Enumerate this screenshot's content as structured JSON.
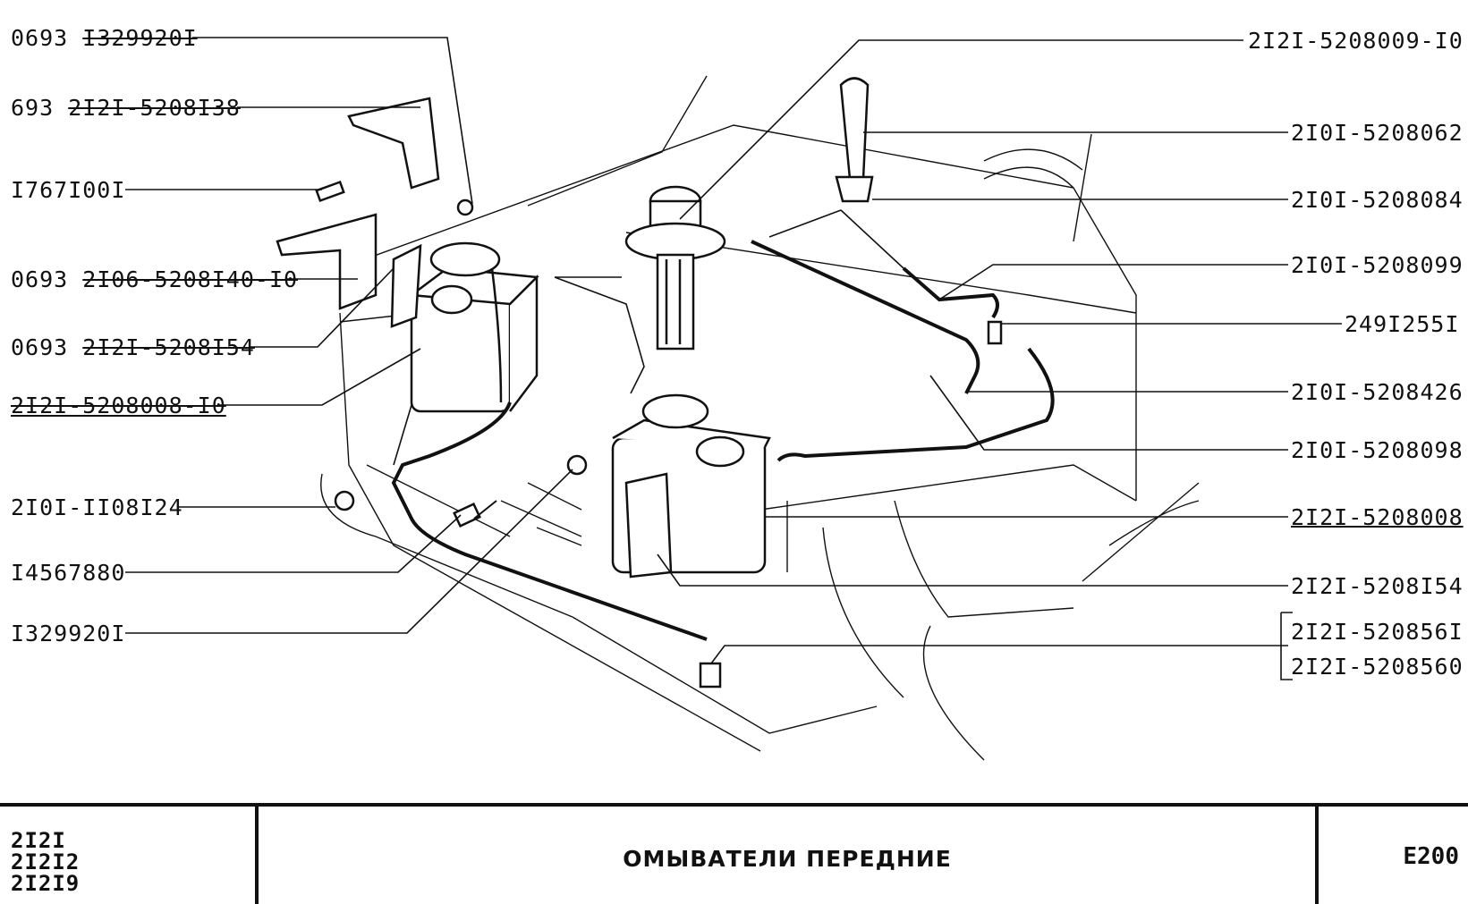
{
  "callouts_left": [
    {
      "prefix": "0693",
      "number": "I329920I",
      "style": "strike"
    },
    {
      "prefix": "693",
      "number": "2I2I-5208I38",
      "style": "strike"
    },
    {
      "prefix": "",
      "number": "I767I00I",
      "style": ""
    },
    {
      "prefix": "0693",
      "number": "2I06-5208I40-I0",
      "style": "strike"
    },
    {
      "prefix": "0693",
      "number": "2I2I-5208I54",
      "style": "strike"
    },
    {
      "prefix": "",
      "number": "2I2I-5208008-I0",
      "style": "strike under"
    },
    {
      "prefix": "",
      "number": "2I0I-II08I24",
      "style": ""
    },
    {
      "prefix": "",
      "number": "I4567880",
      "style": ""
    },
    {
      "prefix": "",
      "number": "I329920I",
      "style": ""
    }
  ],
  "callouts_right": [
    {
      "number": "2I2I-5208009-I0",
      "style": ""
    },
    {
      "number": "2I0I-5208062",
      "style": ""
    },
    {
      "number": "2I0I-5208084",
      "style": ""
    },
    {
      "number": "2I0I-5208099",
      "style": ""
    },
    {
      "number": "249I255I",
      "style": ""
    },
    {
      "number": "2I0I-5208426",
      "style": ""
    },
    {
      "number": "2I0I-5208098",
      "style": ""
    },
    {
      "number": "2I2I-5208008",
      "style": "under"
    },
    {
      "number": "2I2I-5208I54",
      "style": ""
    },
    {
      "number": "2I2I-520856I",
      "style": ""
    },
    {
      "number": "2I2I-5208560",
      "style": ""
    }
  ],
  "title_block": {
    "models": [
      "2I2I",
      "2I2I2",
      "2I2I9"
    ],
    "title": "ОМЫВАТЕЛИ ПЕРЕДНИЕ",
    "code": "Е200"
  },
  "colors": {
    "ink": "#111111",
    "paper": "#ffffff"
  }
}
